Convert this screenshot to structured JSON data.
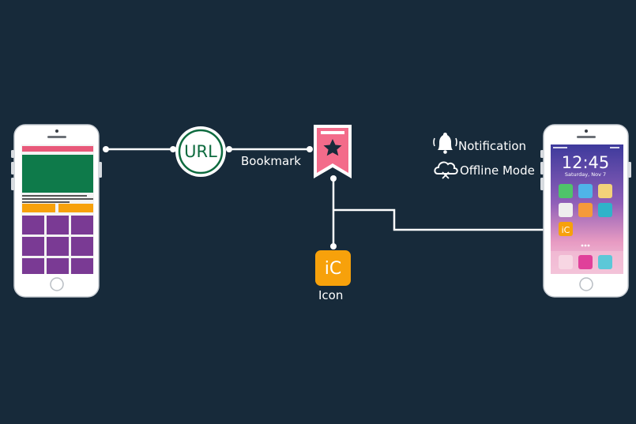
{
  "labels": {
    "url": "URL",
    "bookmark": "Bookmark",
    "icon_box": "iC",
    "icon_caption": "Icon",
    "notification": "Notification",
    "offline_mode": "Offline Mode",
    "app_icon": "iC"
  },
  "phone_screen": {
    "time": "12:45",
    "date": "Saturday, Nov 7"
  },
  "colors": {
    "background": "#172a3a",
    "url_text": "#0e6b3f",
    "bookmark": "#f36b8a",
    "icon_orange": "#f7a10b",
    "web_pink": "#e8597a",
    "web_green": "#0e7a4a",
    "web_orange": "#f7a10b",
    "web_purple": "#7a3a94"
  },
  "icons": [
    "bell-icon",
    "cloud-offline-icon",
    "star-icon",
    "home-button-icon"
  ]
}
